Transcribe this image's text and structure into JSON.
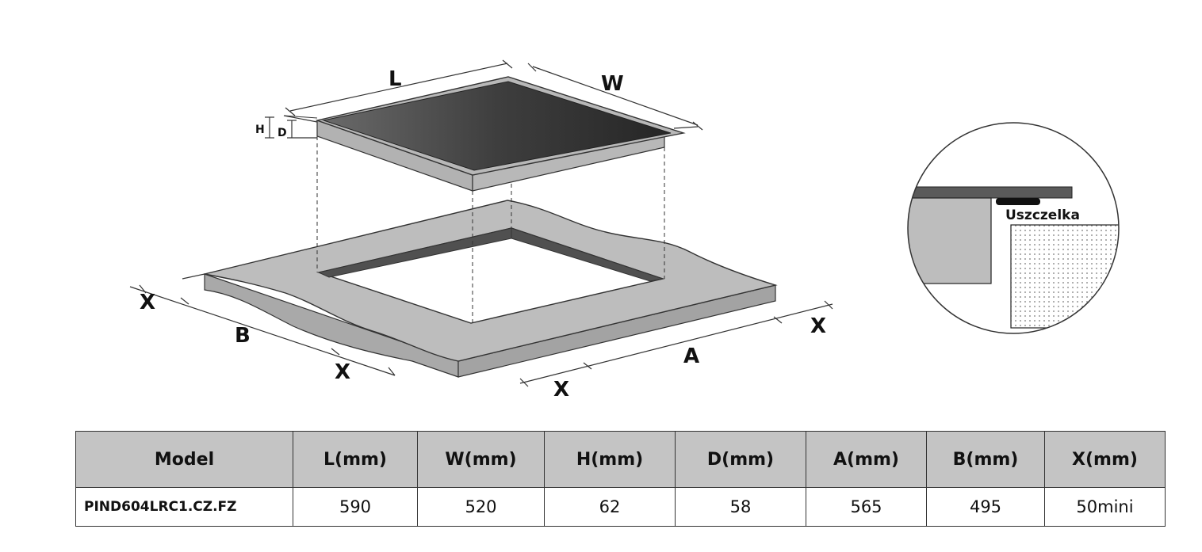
{
  "labels": {
    "L": "L",
    "W": "W",
    "H": "H",
    "D": "D",
    "A": "A",
    "B": "B",
    "X": "X",
    "seal": "Uszczelka"
  },
  "table": {
    "headers": [
      "Model",
      "L(mm)",
      "W(mm)",
      "H(mm)",
      "D(mm)",
      "A(mm)",
      "B(mm)",
      "X(mm)"
    ],
    "rows": [
      [
        "PIND604LRC1.CZ.FZ",
        "590",
        "520",
        "62",
        "58",
        "565",
        "495",
        "50mini"
      ]
    ]
  },
  "colors": {
    "glass_dark": "#2e2e2e",
    "glass_light": "#6a6a6a",
    "counter": "#bdbdbd",
    "header_bg": "#c4c4c4"
  }
}
